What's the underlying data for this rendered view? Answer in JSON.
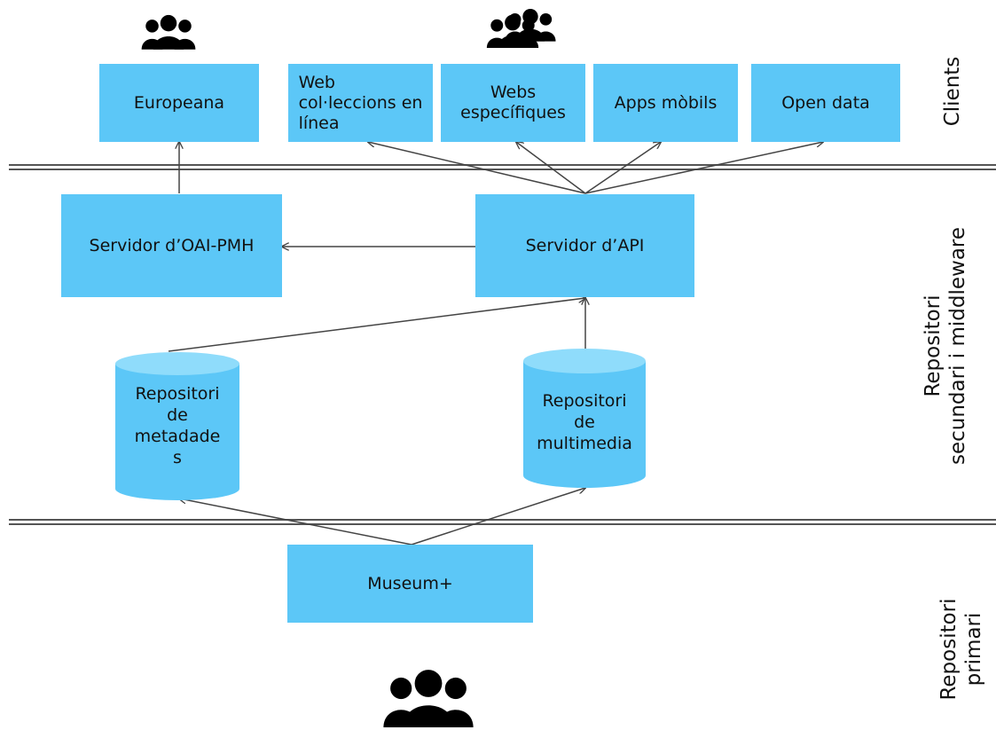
{
  "layers": {
    "clients": "Clients",
    "secondary": "Repositori\nsecundari i middleware",
    "primary": "Repositori\nprimari"
  },
  "nodes": {
    "europeana": "Europeana",
    "web_colleccions": "Web\ncol·leccions en\nlínea",
    "webs_especifiques": "Webs\nespecífiques",
    "apps_mobils": "Apps mòbils",
    "open_data": "Open data",
    "servidor_oai": "Servidor d’OAI-PMH",
    "servidor_api": "Servidor d’API",
    "repositori_metadades": "Repositori\nde\nmetadade\ns",
    "repositori_multimedia": "Repositori\nde\nmultimedia",
    "museum": "Museum+"
  },
  "icons": {
    "group_small": "people-group-icon",
    "group_large": "people-crowd-icon",
    "group_bottom": "people-group-icon"
  },
  "colors": {
    "node_fill": "#5cc7f7",
    "cylinder_top": "#8fdcfb",
    "line": "#444444"
  }
}
